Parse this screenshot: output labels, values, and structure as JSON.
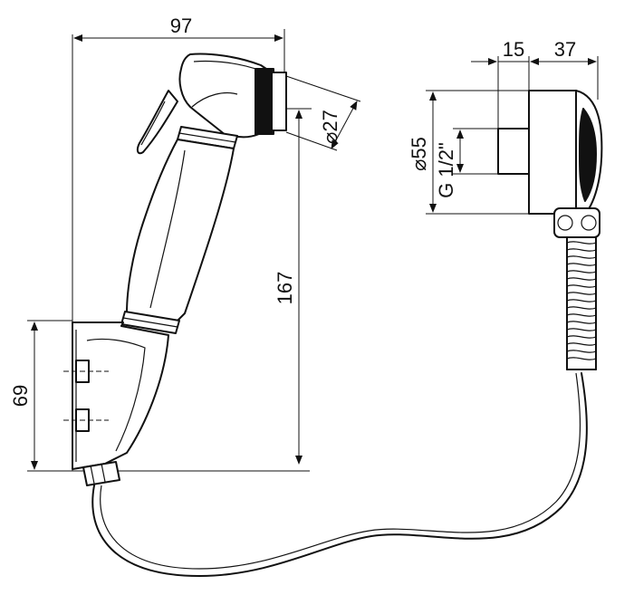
{
  "dimensions": {
    "width_top": "97",
    "height_total": "167",
    "bracket_height": "69",
    "nozzle_diameter": "⌀27",
    "valve_depth": "15",
    "valve_cap": "37",
    "valve_diameter": "⌀55",
    "thread": "G 1/2\""
  }
}
